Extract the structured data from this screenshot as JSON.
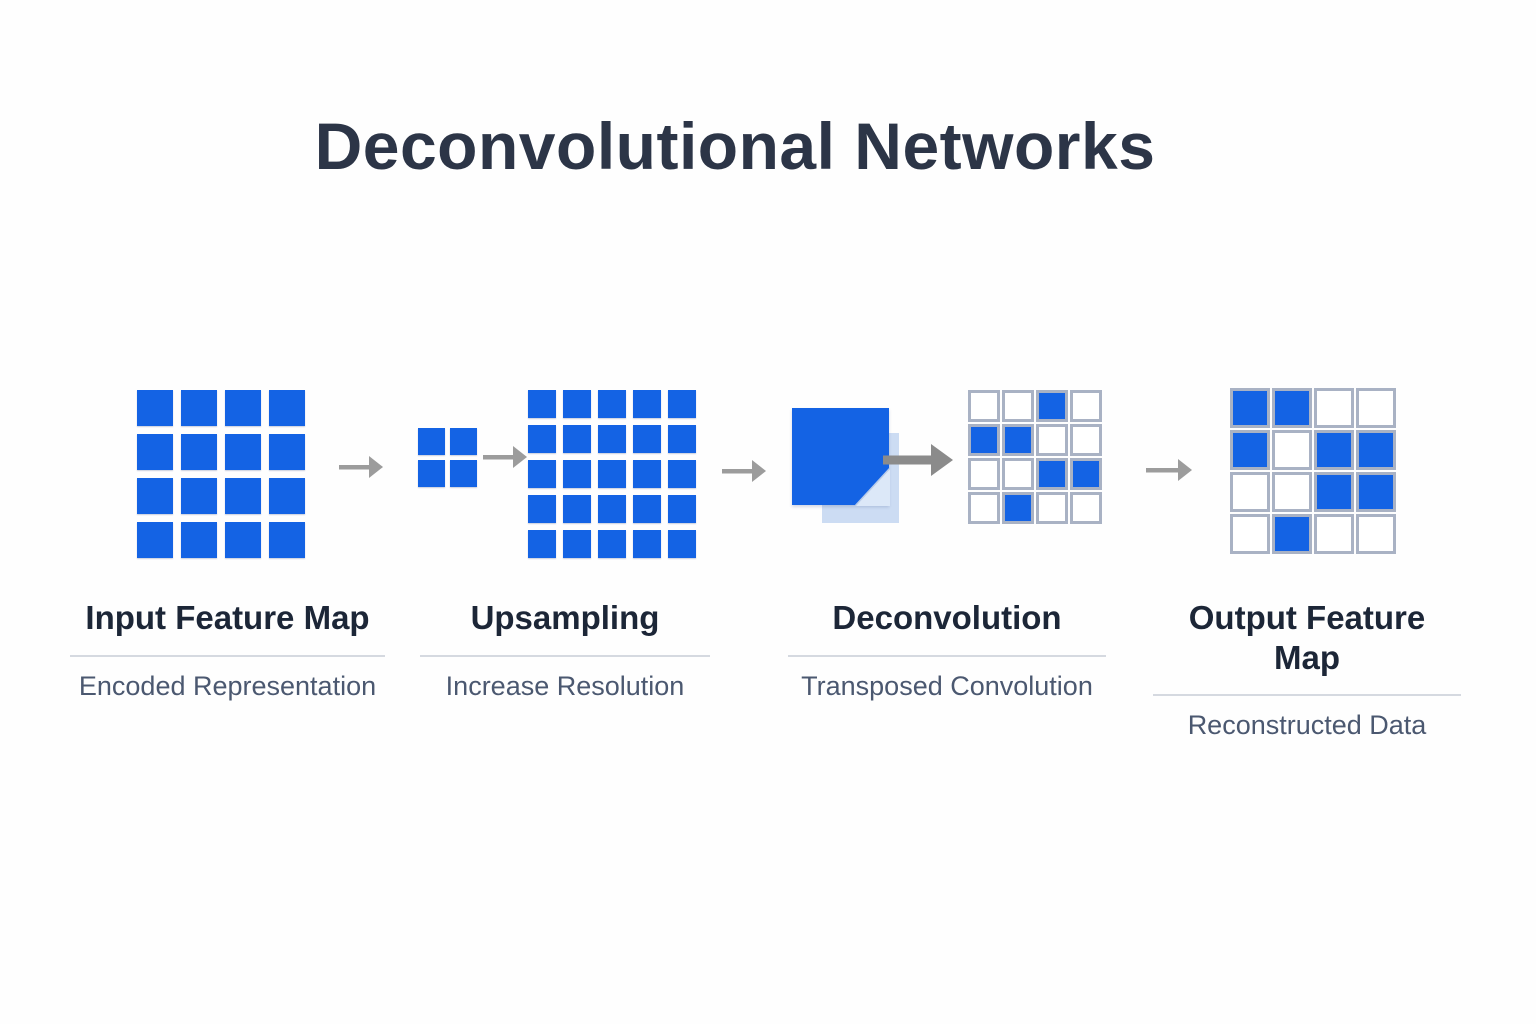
{
  "title": "Deconvolutional Networks",
  "stages": [
    {
      "label": "Input Feature Map",
      "sublabel": "Encoded Representation"
    },
    {
      "label": "Upsampling",
      "sublabel": "Increase Resolution"
    },
    {
      "label": "Deconvolution",
      "sublabel": "Transposed Convolution"
    },
    {
      "label": "Output Feature Map",
      "sublabel": "Reconstructed Data"
    }
  ],
  "colors": {
    "background": "#fefefe",
    "blue": "#1463e4",
    "kernel_back": "#ccdcf3",
    "kernel_fold": "#dce8f8",
    "grid_border": "#a9b2c4",
    "arrow": "#9c9c9c",
    "arrow_bold": "#8b8b8b",
    "title": "#2c3547",
    "label": "#1c2637",
    "sublabel": "#4b5870",
    "divider": "#d5d9e0"
  },
  "grids": {
    "input": {
      "bordered": false,
      "pattern": [
        [
          1,
          1,
          1,
          1
        ],
        [
          1,
          1,
          1,
          1
        ],
        [
          1,
          1,
          1,
          1
        ],
        [
          1,
          1,
          1,
          1
        ]
      ]
    },
    "small": {
      "bordered": false,
      "pattern": [
        [
          1,
          1
        ],
        [
          1,
          1
        ]
      ]
    },
    "upsampled": {
      "bordered": false,
      "pattern": [
        [
          1,
          1,
          1,
          1,
          1
        ],
        [
          1,
          1,
          1,
          1,
          1
        ],
        [
          1,
          1,
          1,
          1,
          1
        ],
        [
          1,
          1,
          1,
          1,
          1
        ],
        [
          1,
          1,
          1,
          1,
          1
        ]
      ]
    },
    "deconv": {
      "bordered": true,
      "pattern": [
        [
          0,
          0,
          1,
          0
        ],
        [
          1,
          1,
          0,
          0
        ],
        [
          0,
          0,
          1,
          1
        ],
        [
          0,
          1,
          0,
          0
        ]
      ]
    },
    "output": {
      "bordered": true,
      "pattern": [
        [
          1,
          1,
          0,
          0
        ],
        [
          1,
          0,
          1,
          1
        ],
        [
          0,
          0,
          1,
          1
        ],
        [
          0,
          1,
          0,
          0
        ]
      ]
    }
  }
}
